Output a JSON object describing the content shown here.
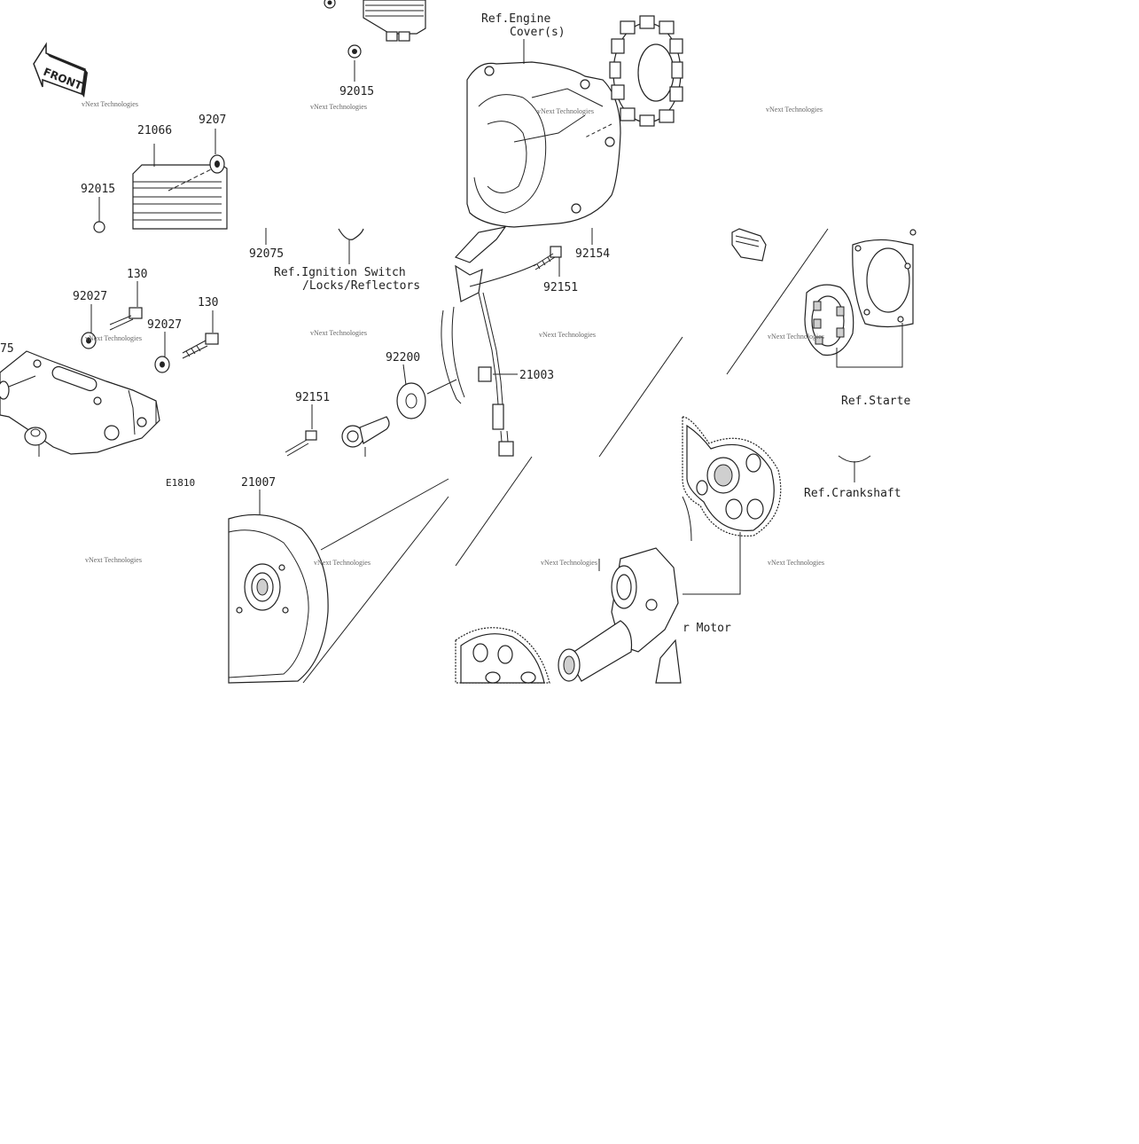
{
  "diagram": {
    "front_badge": "FRONT",
    "code": "E1810",
    "part_numbers": {
      "p92015_top": "92015",
      "p92015_left": "92015",
      "p21066": "21066",
      "p9207": "9207",
      "p92075": "92075",
      "p92154": "92154",
      "p92151_top": "92151",
      "p92151_bottom": "92151",
      "p130_a": "130",
      "p130_b": "130",
      "p92027_a": "92027",
      "p92027_b": "92027",
      "p75": "75",
      "p92200": "92200",
      "p21003": "21003",
      "p21007": "21007"
    },
    "references": {
      "engine_cover_line1": "Ref.Engine",
      "engine_cover_line2": "Cover(s)",
      "ignition_line1": "Ref.Ignition Switch",
      "ignition_line2": "/Locks/Reflectors",
      "starter_partial": "Ref.Starte",
      "crankshaft": "Ref.Crankshaft",
      "starter_motor_partial": "r Motor"
    },
    "watermark": "vNext Technologies"
  }
}
